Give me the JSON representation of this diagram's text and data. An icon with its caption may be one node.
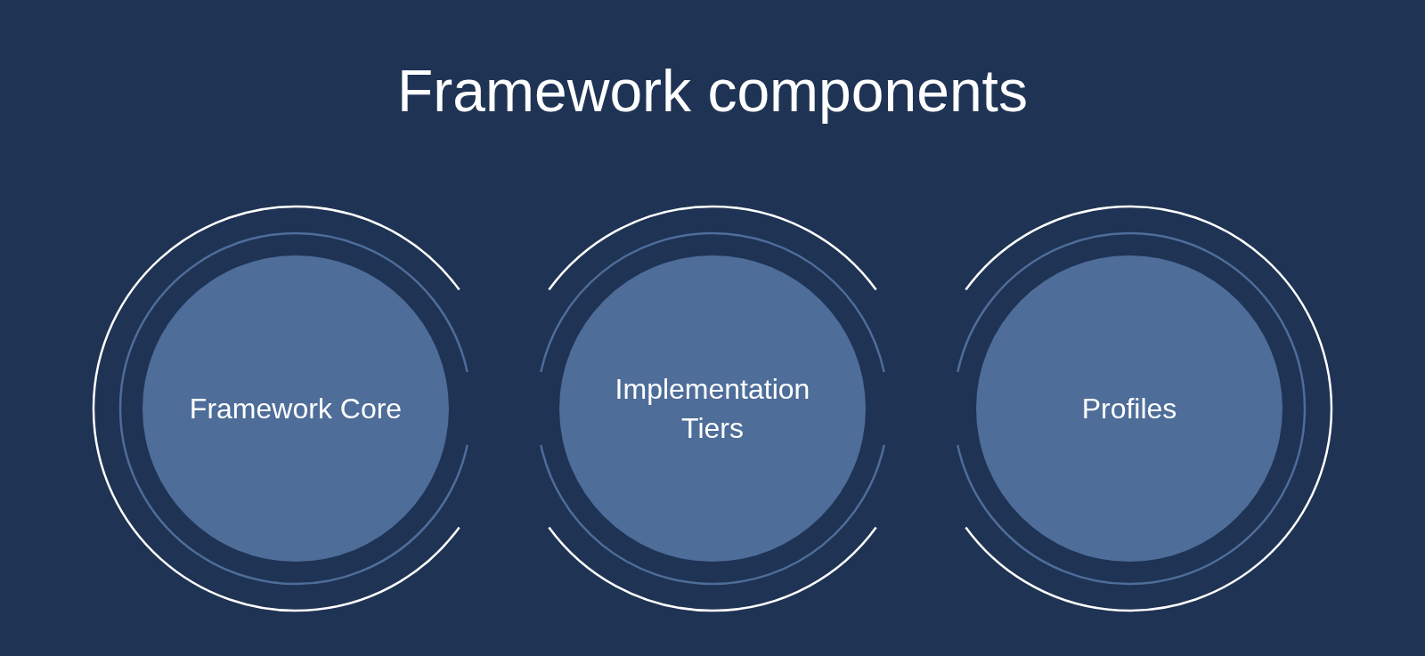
{
  "diagram": {
    "title": "Framework components",
    "nodes": [
      {
        "text": [
          "Framework Core"
        ]
      },
      {
        "text": [
          "Implementation Tiers"
        ]
      },
      {
        "text": [
          "Profiles"
        ]
      }
    ]
  }
}
